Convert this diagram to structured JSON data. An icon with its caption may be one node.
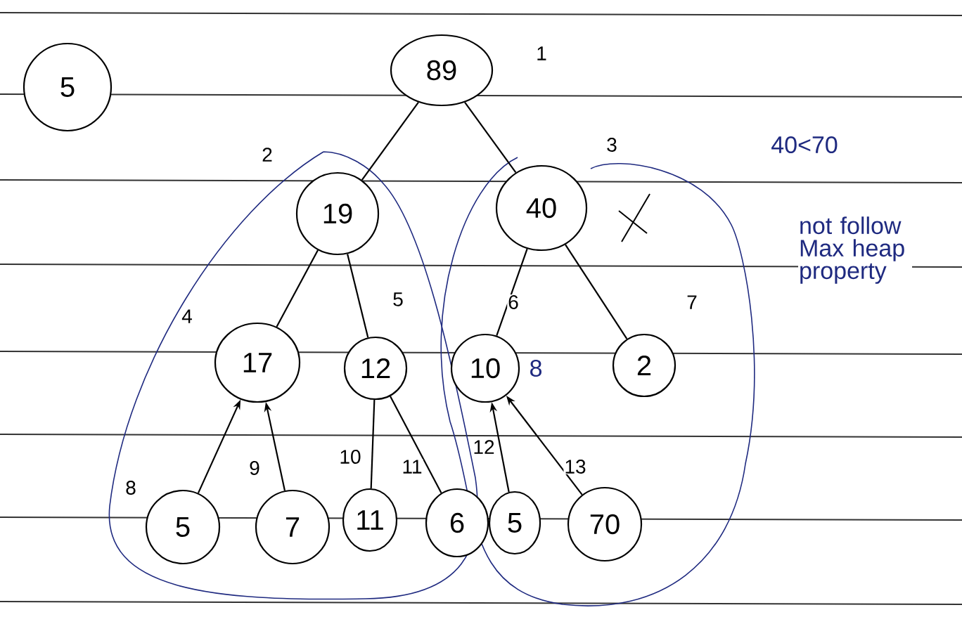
{
  "diagram": {
    "nodes": [
      {
        "text": [
          "5"
        ]
      },
      {
        "text": [
          "89"
        ]
      },
      {
        "text": [
          "19"
        ]
      },
      {
        "text": [
          "40"
        ]
      },
      {
        "text": [
          "17"
        ]
      },
      {
        "text": [
          "12"
        ]
      },
      {
        "text": [
          "10"
        ]
      },
      {
        "text": [
          "2"
        ]
      },
      {
        "text": [
          "5"
        ]
      },
      {
        "text": [
          "7"
        ]
      },
      {
        "text": [
          "11"
        ]
      },
      {
        "text": [
          "6"
        ]
      },
      {
        "text": [
          "5"
        ]
      },
      {
        "text": [
          "70"
        ]
      }
    ],
    "edges": [
      {
        "from": 1,
        "to": 2,
        "arrow": "none"
      },
      {
        "from": 1,
        "to": 3,
        "arrow": "none"
      },
      {
        "from": 2,
        "to": 4,
        "arrow": "none"
      },
      {
        "from": 2,
        "to": 5,
        "arrow": "none"
      },
      {
        "from": 3,
        "to": 6,
        "arrow": "none"
      },
      {
        "from": 3,
        "to": 7,
        "arrow": "none"
      },
      {
        "from": 8,
        "to": 4,
        "arrow": "to"
      },
      {
        "from": 9,
        "to": 4,
        "arrow": "to"
      },
      {
        "from": 5,
        "to": 10,
        "arrow": "none"
      },
      {
        "from": 5,
        "to": 11,
        "arrow": "none"
      },
      {
        "from": 12,
        "to": 6,
        "arrow": "to"
      },
      {
        "from": 13,
        "to": 6,
        "arrow": "to"
      }
    ],
    "labels": [
      "1",
      "2",
      "3",
      "40<70",
      "not follow Max heap property",
      "4",
      "5",
      "6",
      "8",
      "7",
      "8",
      "9",
      "10",
      "11",
      "12",
      "13"
    ]
  }
}
